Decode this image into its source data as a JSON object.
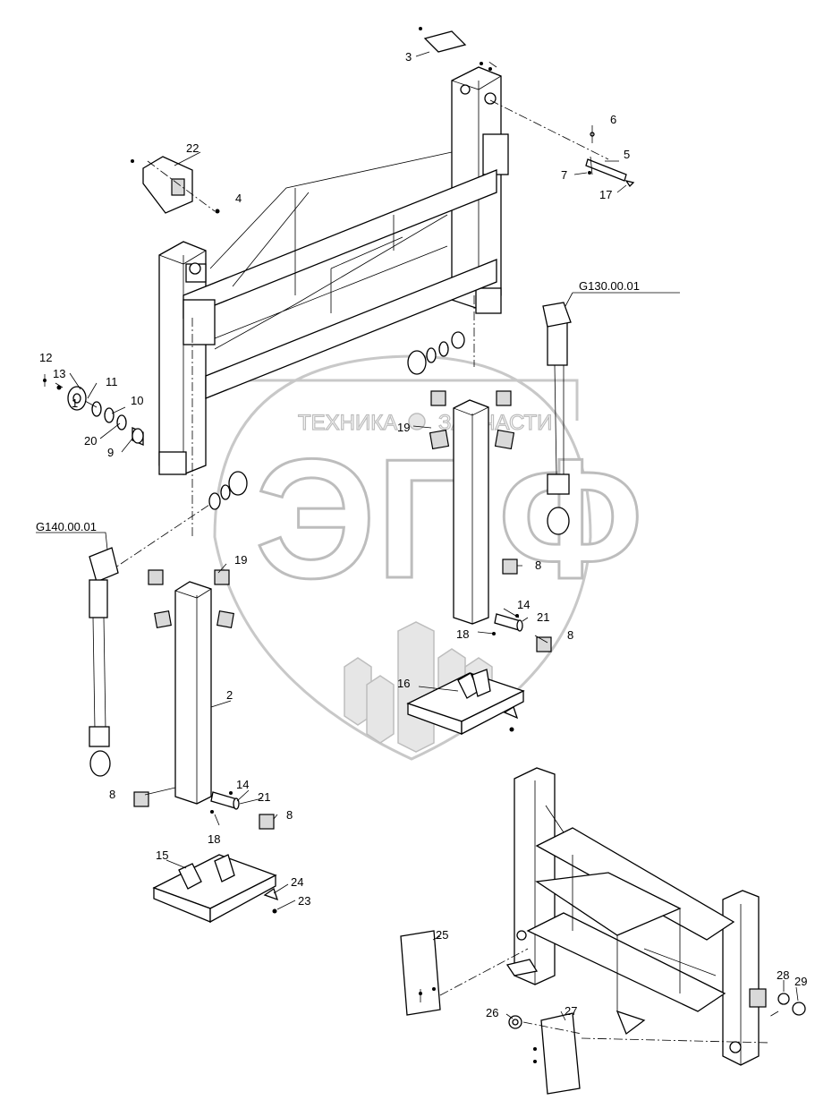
{
  "watermark": {
    "line1_left": "ТЕХНИКА",
    "line1_right": "ЗАПЧАСТИ",
    "logo_text": "ЭПФ"
  },
  "references": {
    "cylinder_right": "G130.00.01",
    "cylinder_left": "G140.00.01"
  },
  "callouts": {
    "c1": "1",
    "c2": "2",
    "c3": "3",
    "c4": "4",
    "c5": "5",
    "c6": "6",
    "c7": "7",
    "c8a": "8",
    "c8b": "8",
    "c8c": "8",
    "c8d": "8",
    "c9": "9",
    "c10": "10",
    "c11": "11",
    "c12": "12",
    "c13": "13",
    "c14a": "14",
    "c14b": "14",
    "c15": "15",
    "c16": "16",
    "c17": "17",
    "c18a": "18",
    "c18b": "18",
    "c19a": "19",
    "c19b": "19",
    "c20": "20",
    "c21a": "21",
    "c21b": "21",
    "c22": "22",
    "c23": "23",
    "c24": "24",
    "c25": "25",
    "c26": "26",
    "c27": "27",
    "c28": "28",
    "c29": "29"
  }
}
